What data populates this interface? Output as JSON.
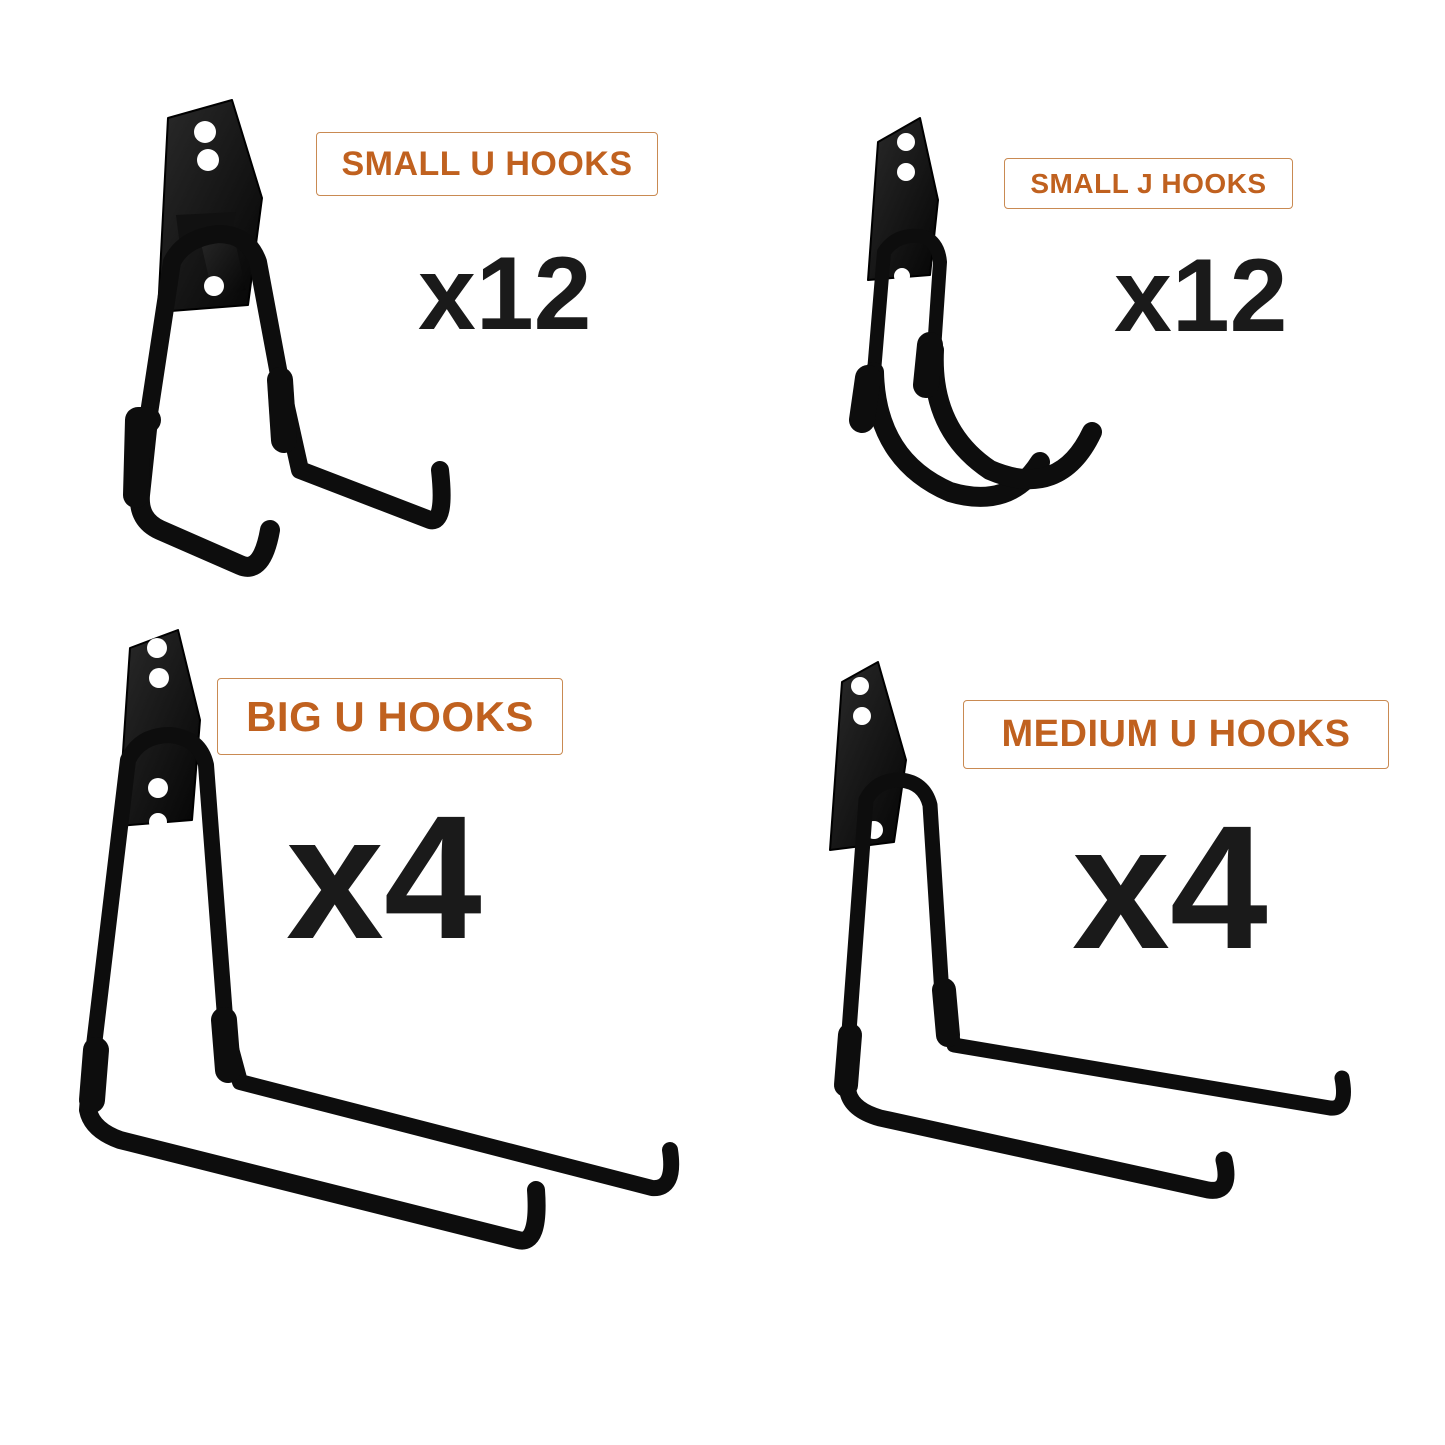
{
  "colors": {
    "label_text": "#c0611f",
    "label_border": "#c98a52",
    "quantity_text": "#1a1a1a",
    "hook_metal": "#0d0d0d"
  },
  "products": [
    {
      "label": "SMALL U HOOKS",
      "quantity": "x12",
      "icon": "small-u-hook-icon"
    },
    {
      "label": "SMALL J HOOKS",
      "quantity": "x12",
      "icon": "small-j-hook-icon"
    },
    {
      "label": "BIG U HOOKS",
      "quantity": "x4",
      "icon": "big-u-hook-icon"
    },
    {
      "label": "MEDIUM U HOOKS",
      "quantity": "x4",
      "icon": "medium-u-hook-icon"
    }
  ]
}
